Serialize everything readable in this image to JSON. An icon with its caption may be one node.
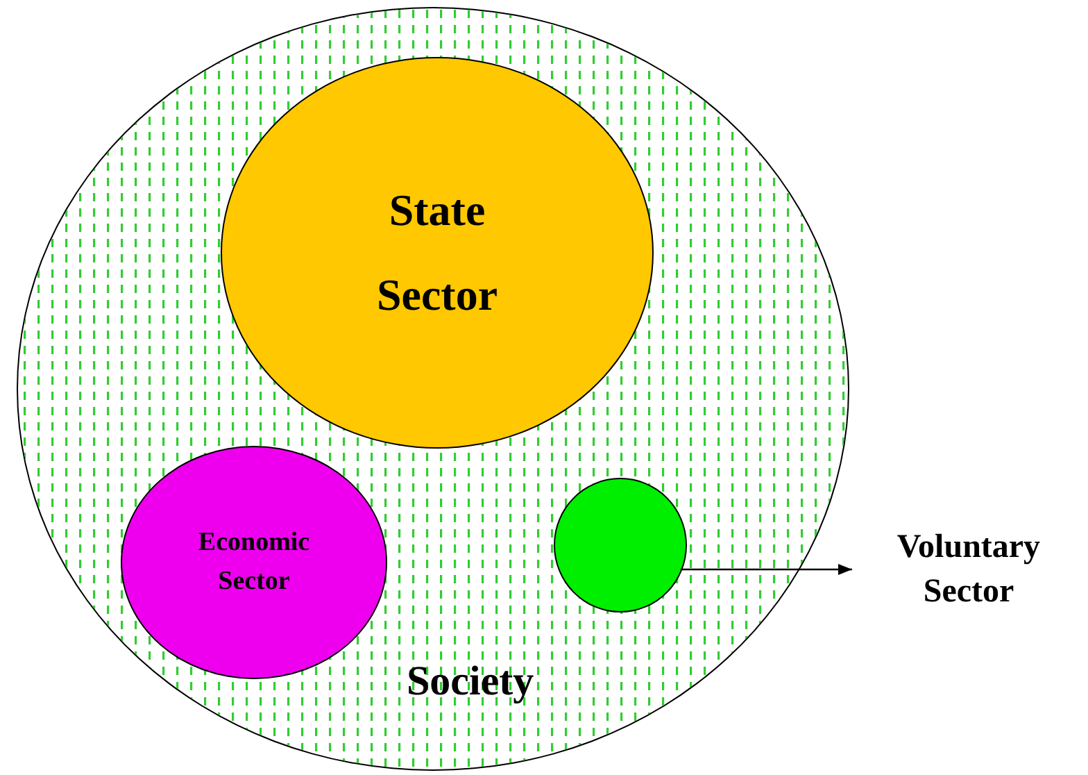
{
  "diagram": {
    "nodes": [
      {
        "text": [
          "Society"
        ]
      },
      {
        "text": [
          "State Sector"
        ],
        "in": 0
      },
      {
        "text": [
          "Economic Sector"
        ],
        "in": 0
      },
      {
        "text": [],
        "shape": "circle",
        "in": 0
      },
      {
        "text": [
          "Voluntary Sector"
        ]
      }
    ],
    "edges": [
      {
        "from": 3,
        "to": 4,
        "arrow": "to"
      }
    ]
  }
}
